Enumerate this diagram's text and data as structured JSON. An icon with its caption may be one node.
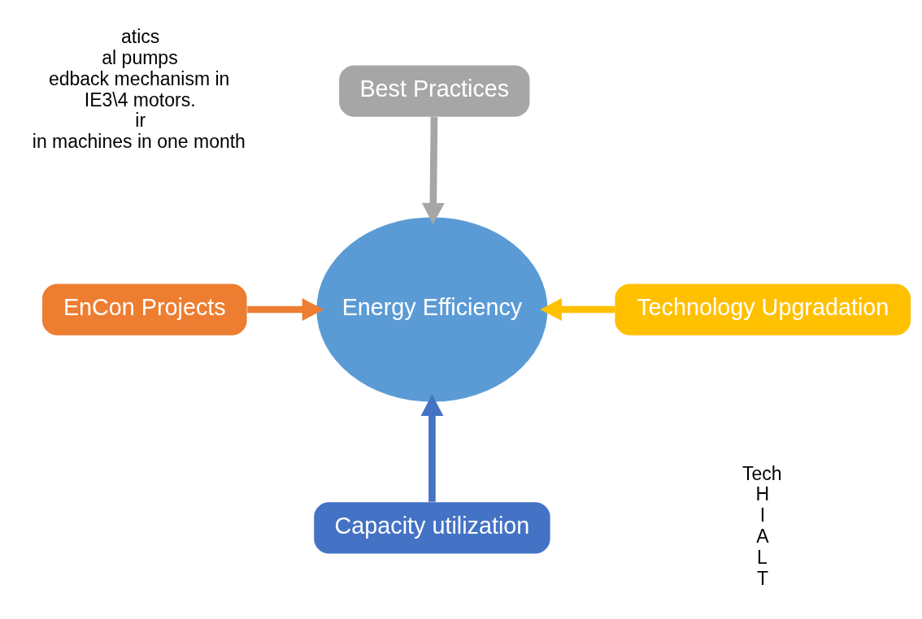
{
  "diagram": {
    "nodes": [
      {
        "text": [
          "Best Practices"
        ]
      },
      {
        "text": [
          "EnCon Projects"
        ]
      },
      {
        "text": [
          "Energy Efficiency"
        ]
      },
      {
        "text": [
          "Technology Upgradation"
        ]
      },
      {
        "text": [
          "Capacity utilization"
        ]
      }
    ],
    "edges": [
      {
        "from": 0,
        "to": 2,
        "arrow": "to",
        "color": "#a6a6a6"
      },
      {
        "from": 1,
        "to": 2,
        "arrow": "to",
        "color": "#ed7d31"
      },
      {
        "from": 3,
        "to": 2,
        "arrow": "to",
        "color": "#ffc000"
      },
      {
        "from": 4,
        "to": 2,
        "arrow": "to",
        "color": "#4472c4"
      }
    ],
    "labels": [
      "atics",
      "al pumps",
      "edback mechanism in",
      "IE3\\4 motors.",
      "ir",
      "in machines in one month",
      "Tech",
      "H",
      "I",
      "A",
      "L",
      "T"
    ]
  }
}
